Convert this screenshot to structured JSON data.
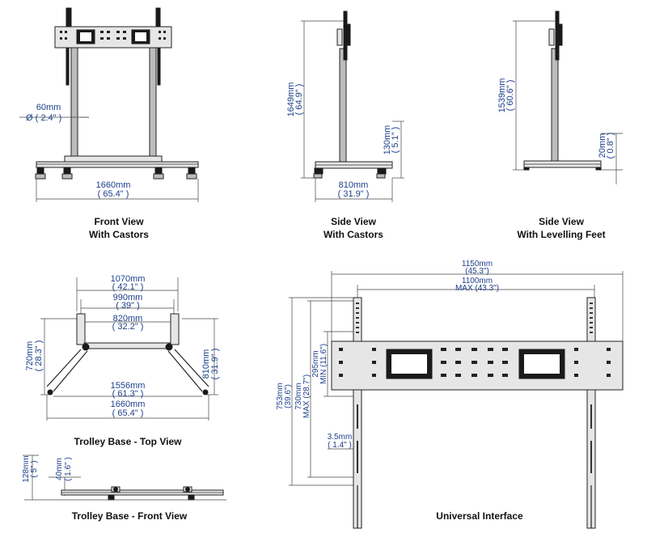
{
  "front_view": {
    "caption_line1": "Front View",
    "caption_line2": "With Castors",
    "width_mm": "1660mm",
    "width_in": "( 65.4\" )",
    "pole_dia_mm": "60mm",
    "pole_dia_in": "Ø  ( 2.4\" )"
  },
  "side_castors": {
    "caption_line1": "Side View",
    "caption_line2": "With Castors",
    "height_mm": "1649mm",
    "height_in": "( 64.9\" )",
    "base_h_mm": "130mm",
    "base_h_in": "( 5.1\" )",
    "depth_mm": "810mm",
    "depth_in": "( 31.9\" )"
  },
  "side_feet": {
    "caption_line1": "Side View",
    "caption_line2": "With Levelling Feet",
    "height_mm": "1539mm",
    "height_in": "( 60.6\" )",
    "base_h_mm": "20mm",
    "base_h_in": "( 0.8\" )"
  },
  "trolley_top": {
    "caption": "Trolley Base - Top View",
    "outer_top_mm": "1070mm",
    "outer_top_in": "( 42.1\" )",
    "mid_top_mm": "990mm",
    "mid_top_in": "( 39\" )",
    "inner_top_mm": "820mm",
    "inner_top_in": "( 32.2\" )",
    "depth_left_mm": "720mm",
    "depth_left_in": "( 28.3\" )",
    "depth_right_mm": "810mm",
    "depth_right_in": "( 31.9\" )",
    "inner_bottom_mm": "1556mm",
    "inner_bottom_in": "( 61.3\" )",
    "outer_bottom_mm": "1660mm",
    "outer_bottom_in": "( 65.4\" )"
  },
  "trolley_front": {
    "caption": "Trolley Base - Front View",
    "height_mm": "128mm",
    "height_in": "( 5\" )",
    "plate_h_mm": "40mm",
    "plate_h_in": "( 1.6\" )"
  },
  "interface": {
    "caption": "Universal Interface",
    "total_w_mm": "1150mm",
    "total_w_in": "(45.3\")",
    "max_w_mm": "1100mm",
    "max_w_in": "MAX (43.3\")",
    "total_h_mm": "753mm",
    "total_h_in": "(39.6\")",
    "max_h_mm": "730mm",
    "max_h_in": "MAX (28.7\")",
    "min_h_mm": "295mm",
    "min_h_in": "MIN  (11.6\")",
    "gap_mm": "3.5mm",
    "gap_in": "( 1.4\" )"
  }
}
